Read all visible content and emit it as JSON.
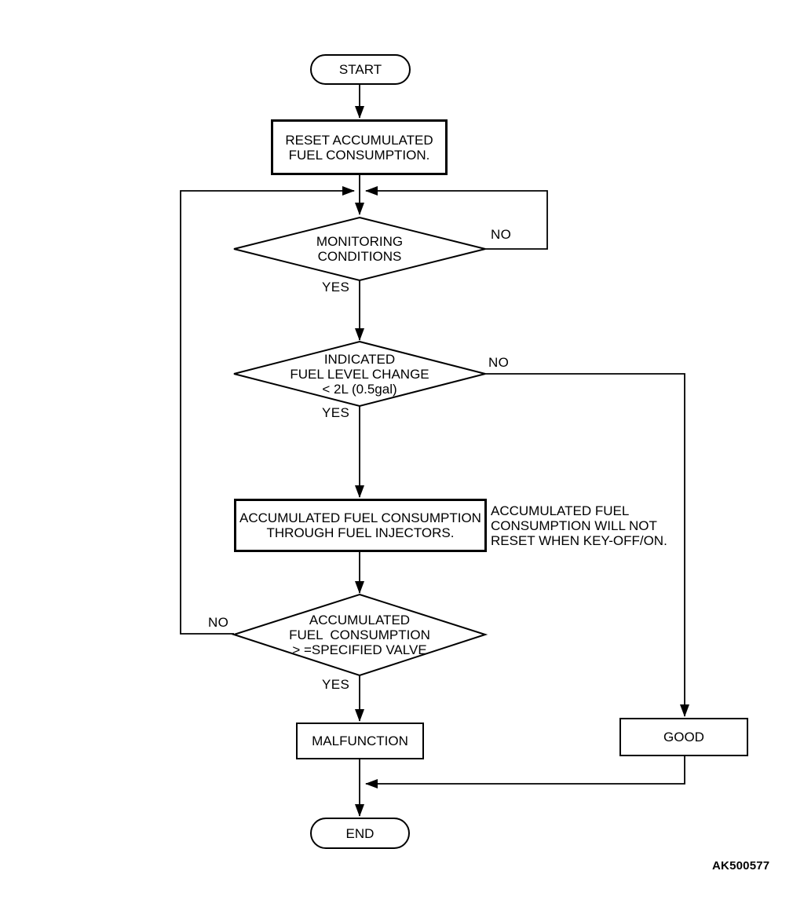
{
  "figure_code": "AK500577",
  "colors": {
    "line": "#000000",
    "background": "#ffffff",
    "text": "#000000"
  },
  "nodes": {
    "start": {
      "label": "START"
    },
    "reset": {
      "lines": [
        "RESET ACCUMULATED",
        "FUEL CONSUMPTION."
      ]
    },
    "monitoring": {
      "lines": [
        "MONITORING",
        "CONDITIONS"
      ]
    },
    "fuel_level": {
      "lines": [
        "INDICATED",
        "FUEL LEVEL CHANGE",
        "< 2L (0.5gal)"
      ]
    },
    "accumulated": {
      "lines": [
        "ACCUMULATED FUEL CONSUMPTION",
        "THROUGH FUEL INJECTORS."
      ]
    },
    "keyoff_note": {
      "lines": [
        "ACCUMULATED FUEL",
        "CONSUMPTION WILL NOT",
        "RESET WHEN KEY-OFF/ON."
      ]
    },
    "threshold": {
      "lines": [
        "ACCUMULATED",
        "FUEL  CONSUMPTION",
        "> =SPECIFIED VALVE"
      ]
    },
    "malfunction": {
      "label": "MALFUNCTION"
    },
    "good": {
      "label": "GOOD"
    },
    "end": {
      "label": "END"
    }
  },
  "edge_labels": {
    "monitoring_no": "NO",
    "monitoring_yes": "YES",
    "fuel_level_no": "NO",
    "fuel_level_yes": "YES",
    "threshold_no": "NO",
    "threshold_yes": "YES"
  }
}
